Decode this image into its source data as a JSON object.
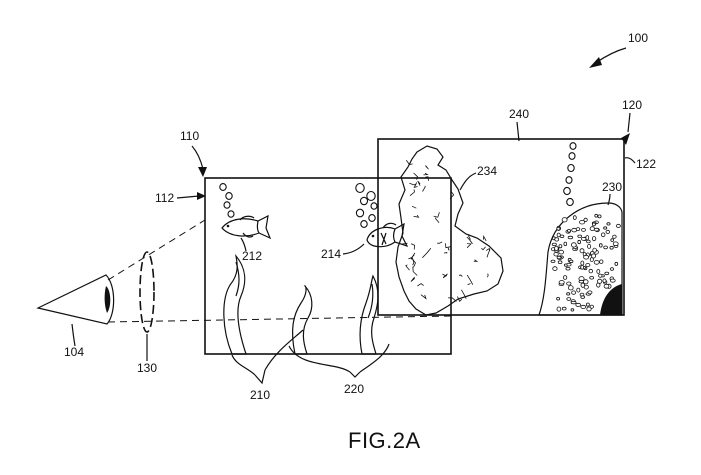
{
  "figure": {
    "caption": "FIG.2A",
    "labels": {
      "system": "100",
      "display_far": "120",
      "display_far_edge": "122",
      "far_scene": "240",
      "rock": "234",
      "coral": "230",
      "display_near": "110",
      "display_near_edge": "112",
      "fish_a": "212",
      "fish_b": "214",
      "eye": "104",
      "focus_ring": "130",
      "plants_left": "210",
      "plants_right": "220"
    }
  }
}
